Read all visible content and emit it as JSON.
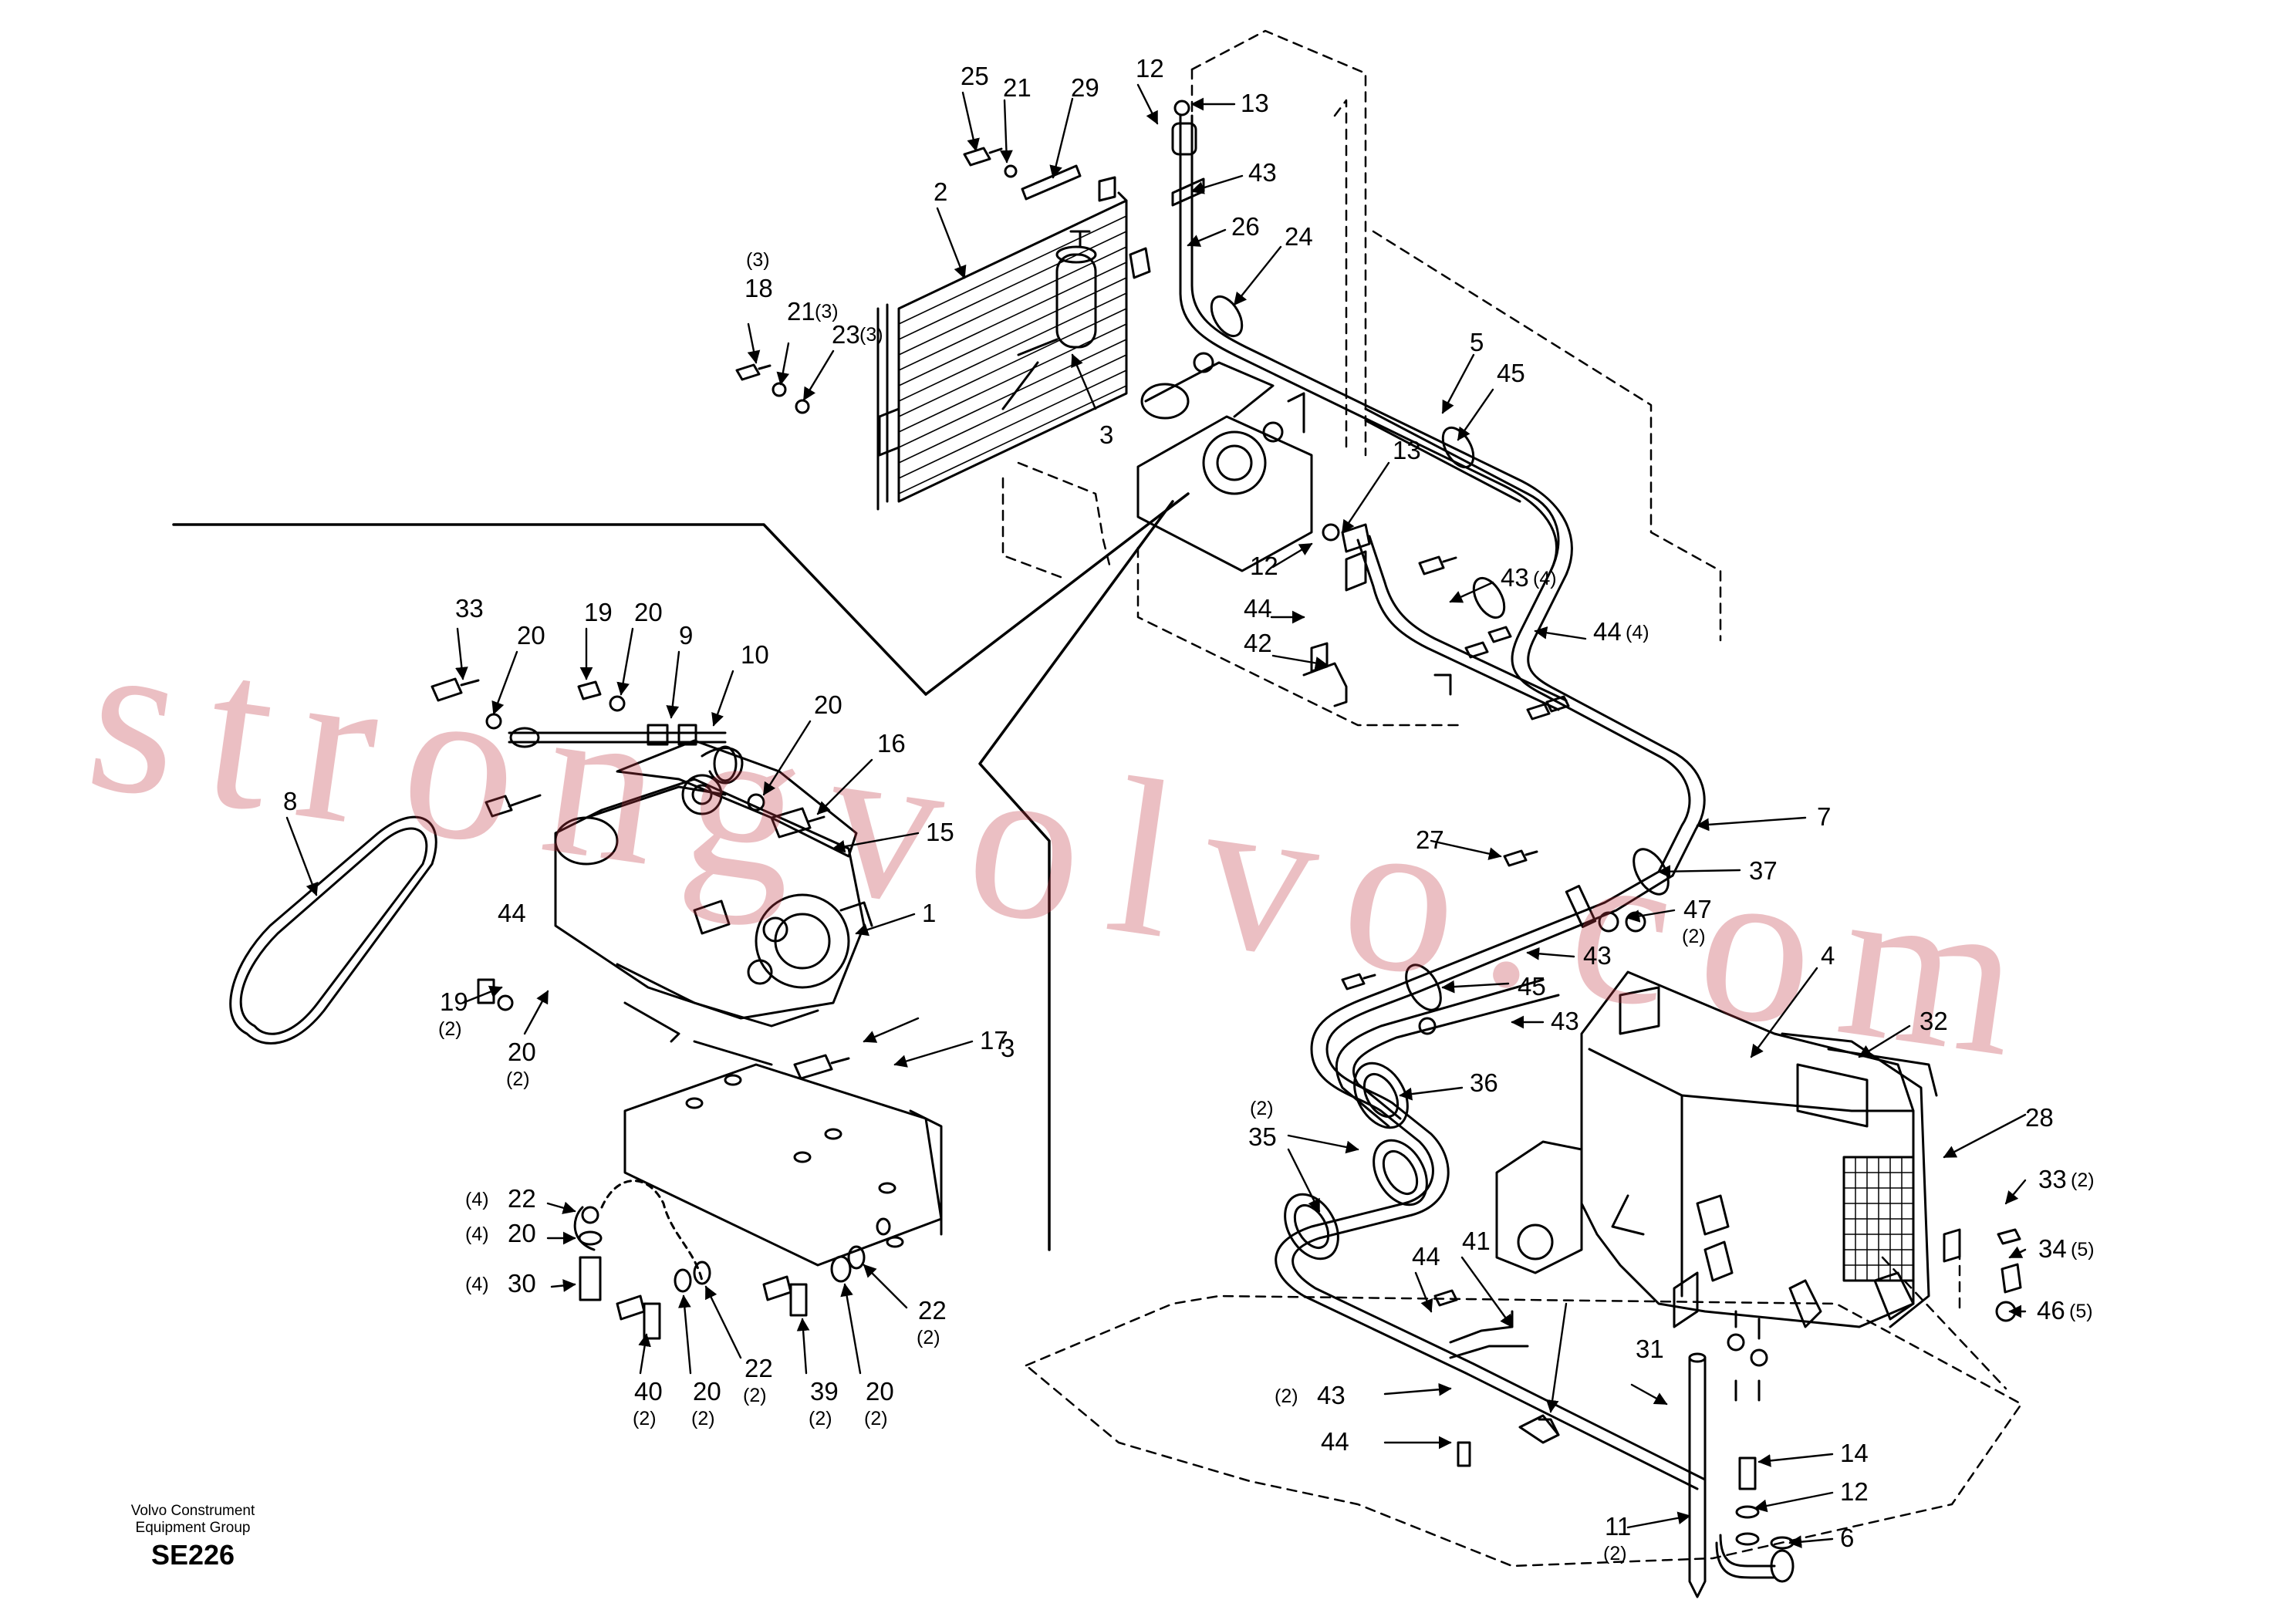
{
  "callouts": [
    {
      "id": "c1",
      "num": "25",
      "qty": ""
    },
    {
      "id": "c2",
      "num": "21",
      "qty": ""
    },
    {
      "id": "c3",
      "num": "29",
      "qty": ""
    },
    {
      "id": "c4",
      "num": "12",
      "qty": ""
    },
    {
      "id": "c5",
      "num": "13",
      "qty": ""
    },
    {
      "id": "c6",
      "num": "43",
      "qty": ""
    },
    {
      "id": "c7",
      "num": "26",
      "qty": ""
    },
    {
      "id": "c8",
      "num": "2",
      "qty": ""
    },
    {
      "id": "c9",
      "num": "24",
      "qty": ""
    },
    {
      "id": "c10",
      "num": "18",
      "qty": "(3)"
    },
    {
      "id": "c11",
      "num": "21",
      "qty": "(3)"
    },
    {
      "id": "c12",
      "num": "23",
      "qty": "(3)"
    },
    {
      "id": "c13",
      "num": "3",
      "qty": ""
    },
    {
      "id": "c14",
      "num": "5",
      "qty": ""
    },
    {
      "id": "c15",
      "num": "45",
      "qty": ""
    },
    {
      "id": "c16",
      "num": "13",
      "qty": ""
    },
    {
      "id": "c17",
      "num": "12",
      "qty": ""
    },
    {
      "id": "c18",
      "num": "43",
      "qty": "(4)"
    },
    {
      "id": "c19",
      "num": "44",
      "qty": ""
    },
    {
      "id": "c20",
      "num": "44",
      "qty": "(4)"
    },
    {
      "id": "c21",
      "num": "42",
      "qty": ""
    },
    {
      "id": "c22",
      "num": "33",
      "qty": ""
    },
    {
      "id": "c23",
      "num": "20",
      "qty": ""
    },
    {
      "id": "c24",
      "num": "19",
      "qty": ""
    },
    {
      "id": "c25",
      "num": "20",
      "qty": ""
    },
    {
      "id": "c26",
      "num": "9",
      "qty": ""
    },
    {
      "id": "c27",
      "num": "10",
      "qty": ""
    },
    {
      "id": "c28",
      "num": "20",
      "qty": ""
    },
    {
      "id": "c29",
      "num": "16",
      "qty": ""
    },
    {
      "id": "c30",
      "num": "15",
      "qty": ""
    },
    {
      "id": "c31",
      "num": "8",
      "qty": ""
    },
    {
      "id": "c32",
      "num": "44",
      "qty": ""
    },
    {
      "id": "c33",
      "num": "1",
      "qty": ""
    },
    {
      "id": "c34",
      "num": "17",
      "qty": ""
    },
    {
      "id": "c35",
      "num": "3",
      "qty": ""
    },
    {
      "id": "c36",
      "num": "19",
      "qty": "(2)"
    },
    {
      "id": "c37",
      "num": "20",
      "qty": "(2)"
    },
    {
      "id": "c38",
      "num": "7",
      "qty": ""
    },
    {
      "id": "c39",
      "num": "27",
      "qty": ""
    },
    {
      "id": "c40",
      "num": "37",
      "qty": ""
    },
    {
      "id": "c41",
      "num": "47",
      "qty": "(2)"
    },
    {
      "id": "c42",
      "num": "43",
      "qty": ""
    },
    {
      "id": "c43",
      "num": "45",
      "qty": ""
    },
    {
      "id": "c44",
      "num": "43",
      "qty": ""
    },
    {
      "id": "c45",
      "num": "4",
      "qty": ""
    },
    {
      "id": "c46",
      "num": "32",
      "qty": ""
    },
    {
      "id": "c47",
      "num": "36",
      "qty": ""
    },
    {
      "id": "c48",
      "num": "35",
      "qty": "(2)"
    },
    {
      "id": "c49",
      "num": "22",
      "qty": "(4)"
    },
    {
      "id": "c50",
      "num": "20",
      "qty": "(4)"
    },
    {
      "id": "c51",
      "num": "30",
      "qty": "(4)"
    },
    {
      "id": "c52",
      "num": "40",
      "qty": "(2)"
    },
    {
      "id": "c53",
      "num": "20",
      "qty": "(2)"
    },
    {
      "id": "c54",
      "num": "22",
      "qty": "(2)"
    },
    {
      "id": "c55",
      "num": "39",
      "qty": "(2)"
    },
    {
      "id": "c56",
      "num": "20",
      "qty": "(2)"
    },
    {
      "id": "c57",
      "num": "22",
      "qty": "(2)"
    },
    {
      "id": "c58",
      "num": "44",
      "qty": ""
    },
    {
      "id": "c59",
      "num": "41",
      "qty": ""
    },
    {
      "id": "c60",
      "num": "31",
      "qty": ""
    },
    {
      "id": "c61",
      "num": "43",
      "qty": "(2)"
    },
    {
      "id": "c62",
      "num": "44",
      "qty": ""
    },
    {
      "id": "c63",
      "num": "33",
      "qty": "(2)"
    },
    {
      "id": "c64",
      "num": "34",
      "qty": "(5)"
    },
    {
      "id": "c65",
      "num": "46",
      "qty": "(5)"
    },
    {
      "id": "c66",
      "num": "28",
      "qty": ""
    },
    {
      "id": "c67",
      "num": "14",
      "qty": ""
    },
    {
      "id": "c68",
      "num": "12",
      "qty": ""
    },
    {
      "id": "c69",
      "num": "6",
      "qty": ""
    },
    {
      "id": "c70",
      "num": "11",
      "qty": "(2)"
    }
  ],
  "watermark": "strongvolvo.com",
  "footer": {
    "company_line1": "Volvo Construment",
    "company_line2": "Equipment Group",
    "code": "SE226"
  }
}
